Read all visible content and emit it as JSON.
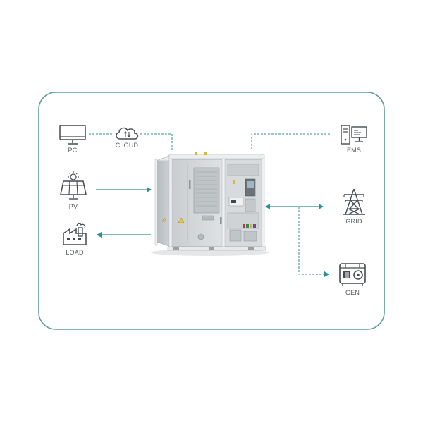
{
  "labels": {
    "pc": "PC",
    "cloud": "CLOUD",
    "pv": "PV",
    "load": "LOAD",
    "ems": "EMS",
    "grid": "GRID",
    "gen": "GEN"
  },
  "colors": {
    "frame": "#5e9c94",
    "arrow": "#2f8f8f",
    "dashed": "#2f8f8f",
    "icon": "#444b4f",
    "cabinet": "#d4d8da",
    "cabinet_dark": "#a9afb3",
    "cabinet_shadow": "#8d9499"
  },
  "icons": {
    "pc": "monitor-icon",
    "cloud": "cloud-icon",
    "pv": "solar-panel-icon",
    "load": "factory-icon",
    "ems": "server-monitor-icon",
    "grid": "power-tower-icon",
    "gen": "generator-icon"
  }
}
